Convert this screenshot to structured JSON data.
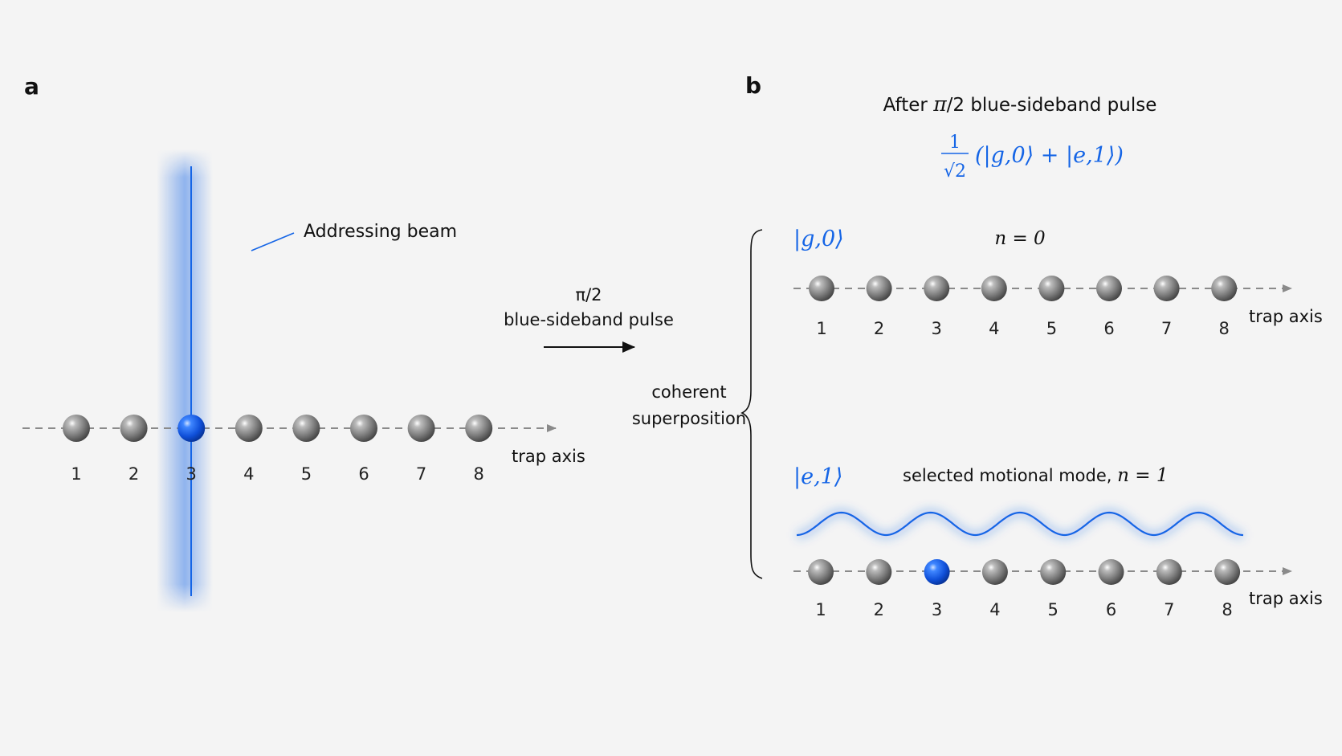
{
  "panel_a": {
    "label": "a",
    "beam_label": "Addressing beam",
    "axis_label": "trap axis",
    "ion_labels": [
      "1",
      "2",
      "3",
      "4",
      "5",
      "6",
      "7",
      "8"
    ],
    "addressed_ion": 3
  },
  "arrow": {
    "line1": "π/2",
    "line2": "blue-sideband pulse"
  },
  "panel_b": {
    "label": "b",
    "title_pre": "After ",
    "title_math": "π",
    "title_post": "/2 blue-sideband pulse",
    "formula": {
      "numerator": "1",
      "denominator": "√2",
      "state_expr": "(|g,0⟩ + |e,1⟩)"
    },
    "brace_label_line1": "coherent",
    "brace_label_line2": "superposition",
    "state_top": {
      "ket": "|g,0⟩",
      "mode_label": "n = 0",
      "axis_label": "trap axis",
      "ion_labels": [
        "1",
        "2",
        "3",
        "4",
        "5",
        "6",
        "7",
        "8"
      ]
    },
    "state_bottom": {
      "ket": "|e,1⟩",
      "mode_label_text": "selected motional mode, ",
      "mode_label_math": "n = 1",
      "axis_label": "trap axis",
      "ion_labels": [
        "1",
        "2",
        "3",
        "4",
        "5",
        "6",
        "7",
        "8"
      ],
      "excited_ion": 3
    }
  },
  "colors": {
    "accent_blue": "#1565e6",
    "ion_gray": "#7a7a7a",
    "axis_gray": "#8a8a8a",
    "background": "#f4f4f4"
  }
}
